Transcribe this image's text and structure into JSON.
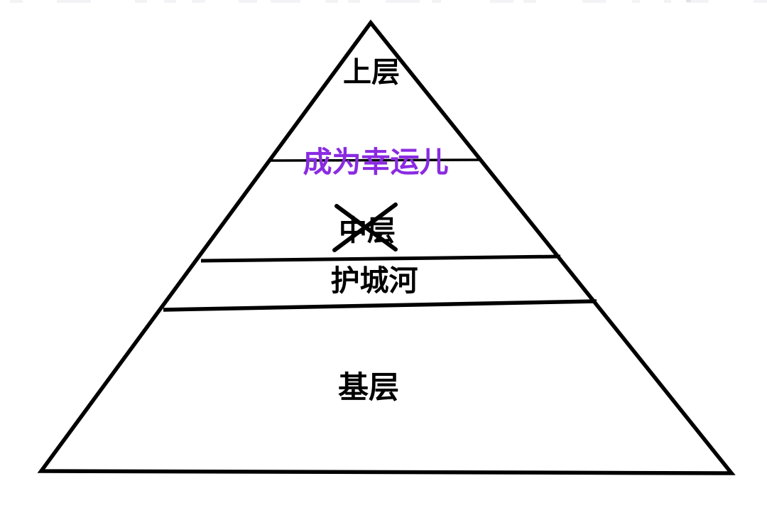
{
  "page": {
    "background": "#ffffff"
  },
  "colors": {
    "line": "#000000",
    "label": "#000000",
    "highlight": "#8a2be2"
  },
  "pyramid": {
    "type": "pyramid-hierarchy",
    "levels": [
      {
        "name": "upper-level",
        "label": "上层",
        "text_color": "#000000",
        "crossed_out": false
      },
      {
        "name": "become-lucky-one",
        "label": "成为幸运儿",
        "text_color": "#8a2be2",
        "crossed_out": false
      },
      {
        "name": "middle-level",
        "label": "中层",
        "text_color": "#000000",
        "crossed_out": true
      },
      {
        "name": "moat",
        "label": "护城河",
        "text_color": "#000000",
        "crossed_out": false
      },
      {
        "name": "base-level",
        "label": "基层",
        "text_color": "#000000",
        "crossed_out": false
      }
    ]
  }
}
